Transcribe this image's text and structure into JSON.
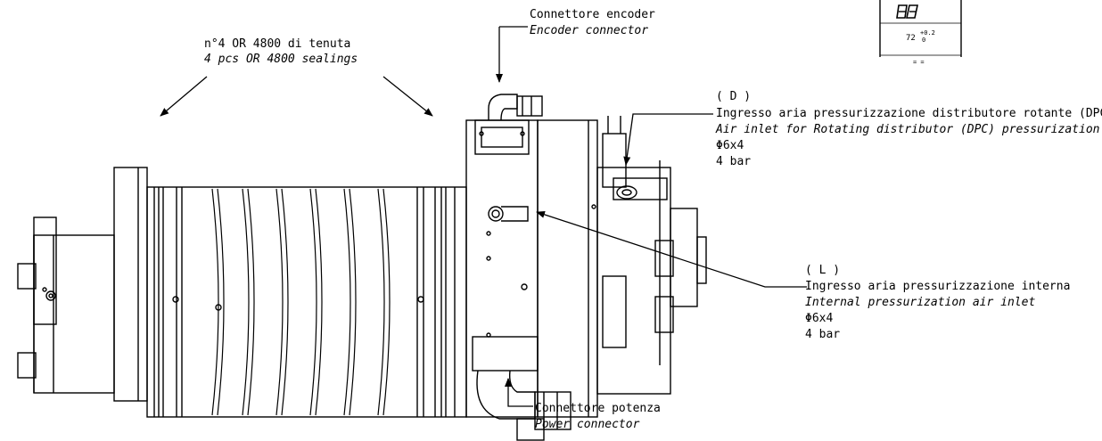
{
  "labels": {
    "encoder_it": "Connettore encoder",
    "encoder_en": "Encoder connector",
    "sealing_it": "n°4 OR 4800 di tenuta",
    "sealing_en": "4 pcs OR 4800 sealings",
    "d_code": "( D )",
    "d_it": "Ingresso aria pressurizzazione distributore rotante (DPC)",
    "d_en": "Air inlet for Rotating distributor (DPC) pressurization",
    "d_size": "Φ6x4",
    "d_pressure": "4 bar",
    "l_code": "( L )",
    "l_it": "Ingresso aria pressurizzazione interna",
    "l_en": "Internal pressurization air inlet",
    "l_size": "Φ6x4",
    "l_pressure": "4 bar",
    "power_it": "Connettore potenza",
    "power_en": "Power connector"
  },
  "detail": {
    "dimension": "72",
    "tolerance_upper": "+0.2",
    "tolerance_lower": "0",
    "symmetry": "= ="
  }
}
